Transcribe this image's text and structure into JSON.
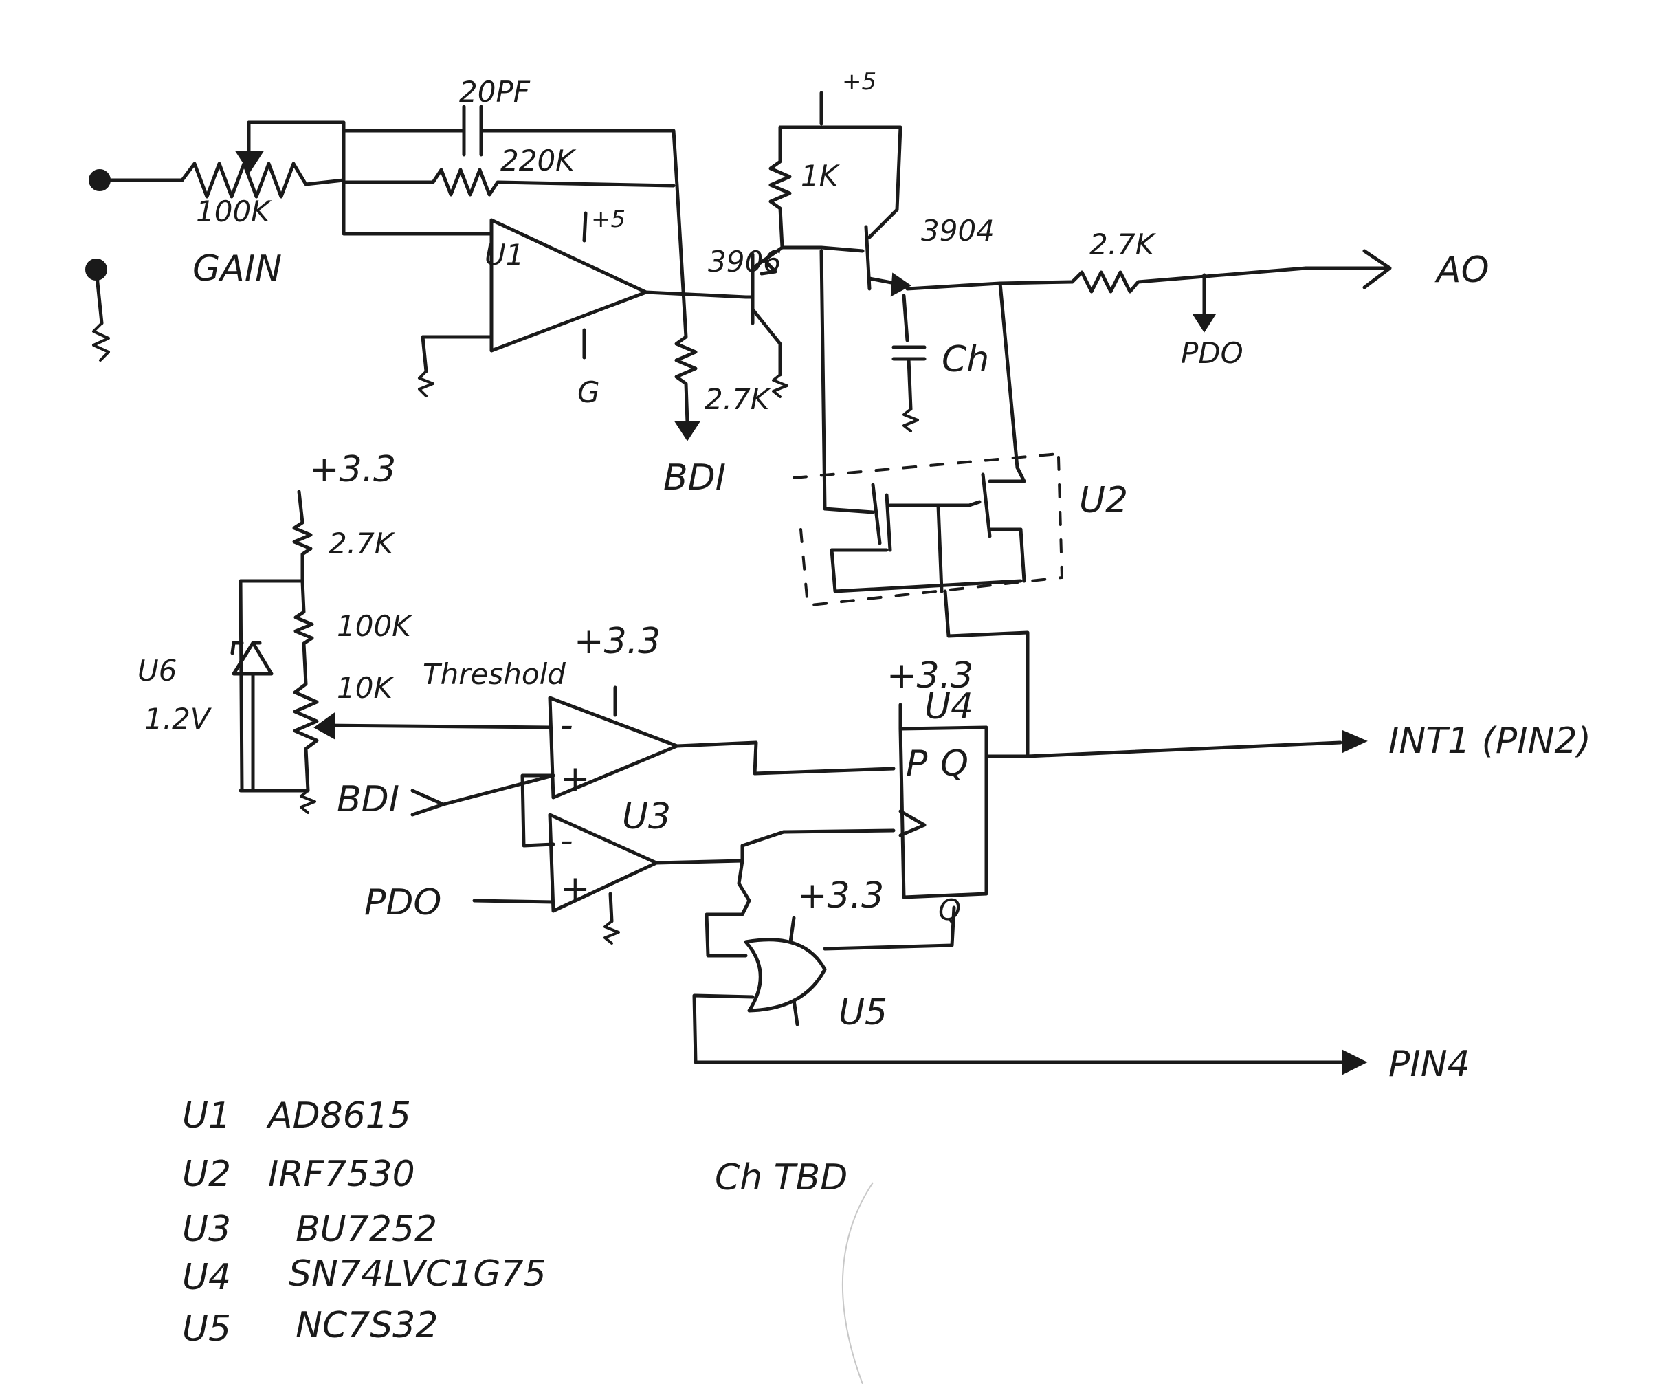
{
  "labels": {
    "cap_feedback": "20PF",
    "res_feedback": "220K",
    "pot_gain_value": "100K",
    "pot_gain_name": "GAIN",
    "u1_ref": "U1",
    "u1_supply": "+5",
    "u1_ground": "G",
    "res_pulldown": "2.7K",
    "bdi_label": "BDI",
    "supply_top": "+5",
    "res_base": "1K",
    "transistor_left": "3906",
    "transistor_right": "3904",
    "cap_hold": "Ch",
    "res_out": "2.7K",
    "out_ao": "AO",
    "pdo_top": "PDO",
    "u2_ref": "U2",
    "supply_33_top": "+3.3",
    "res_27k_b": "2.7K",
    "res_100k_b": "100K",
    "res_10k": "10K",
    "threshold_label": "Threshold",
    "u3_supply": "+3.3",
    "u6_ref": "U6",
    "u6_voltage": "1.2V",
    "bdi_input": "BDI",
    "u3_ref": "U3",
    "pdo_input": "PDO",
    "u4_supply": "+3.3",
    "u4_ref": "U4",
    "u4_pin_p": "P",
    "u4_pin_q": "Q",
    "u4_pin_qbar": "Q",
    "out_int1": "INT1 (PIN2)",
    "u5_supply": "+3.3",
    "u5_ref": "U5",
    "out_pin4": "PIN4",
    "note_ch": "Ch TBD"
  },
  "parts_list": [
    {
      "ref": "U1",
      "part": "AD8615"
    },
    {
      "ref": "U2",
      "part": "IRF7530"
    },
    {
      "ref": "U3",
      "part": "BU7252"
    },
    {
      "ref": "U4",
      "part": "SN74LVC1G75"
    },
    {
      "ref": "U5",
      "part": "NC7S32"
    }
  ]
}
